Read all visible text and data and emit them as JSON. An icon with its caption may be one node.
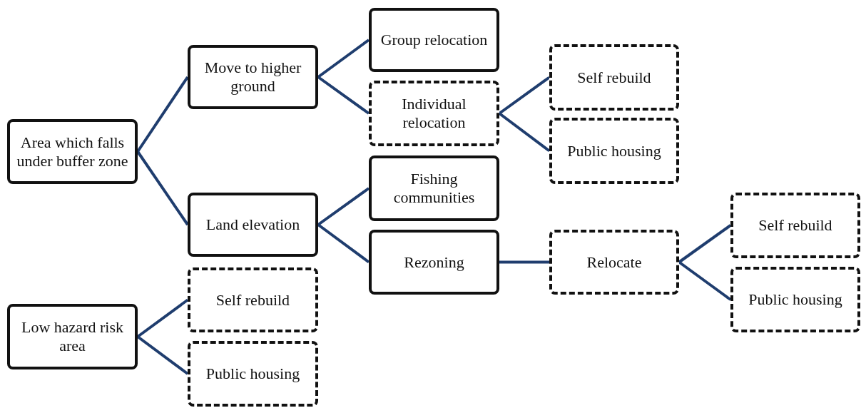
{
  "diagram": {
    "nodes": [
      {
        "text": [
          "Area which falls under buffer zone"
        ]
      },
      {
        "text": [
          "Move to higher ground"
        ]
      },
      {
        "text": [
          "Land elevation"
        ]
      },
      {
        "text": [
          "Group relocation"
        ]
      },
      {
        "text": [
          "Individual relocation"
        ]
      },
      {
        "text": [
          "Fishing communities"
        ]
      },
      {
        "text": [
          "Rezoning"
        ]
      },
      {
        "text": [
          "Self rebuild"
        ]
      },
      {
        "text": [
          "Public housing"
        ]
      },
      {
        "text": [
          "Relocate"
        ]
      },
      {
        "text": [
          "Self rebuild"
        ]
      },
      {
        "text": [
          "Public housing"
        ]
      },
      {
        "text": [
          "Low hazard risk area"
        ]
      },
      {
        "text": [
          "Self rebuild"
        ]
      },
      {
        "text": [
          "Public housing"
        ]
      }
    ],
    "edges": [
      {
        "from": 0,
        "to": 1,
        "arrow": "none"
      },
      {
        "from": 0,
        "to": 2,
        "arrow": "none"
      },
      {
        "from": 1,
        "to": 3,
        "arrow": "none"
      },
      {
        "from": 1,
        "to": 4,
        "arrow": "none"
      },
      {
        "from": 4,
        "to": 7,
        "arrow": "none"
      },
      {
        "from": 4,
        "to": 8,
        "arrow": "none"
      },
      {
        "from": 2,
        "to": 5,
        "arrow": "none"
      },
      {
        "from": 2,
        "to": 6,
        "arrow": "none"
      },
      {
        "from": 6,
        "to": 9,
        "arrow": "none"
      },
      {
        "from": 9,
        "to": 10,
        "arrow": "none"
      },
      {
        "from": 9,
        "to": 11,
        "arrow": "none"
      },
      {
        "from": 12,
        "to": 13,
        "arrow": "none"
      },
      {
        "from": 12,
        "to": 14,
        "arrow": "none"
      }
    ]
  }
}
